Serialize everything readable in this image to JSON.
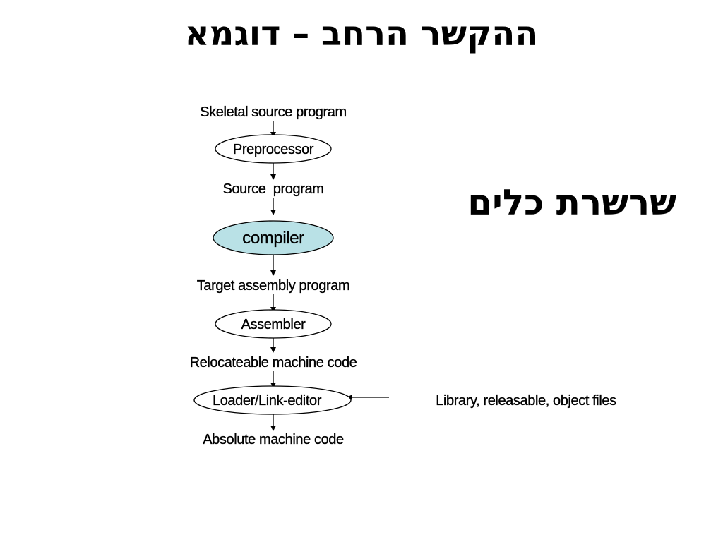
{
  "slide": {
    "title": "ההקשר הרחב – דוגמא",
    "side_title": "שרשרת כלים"
  },
  "diagram": {
    "labels": {
      "skeletal_source": "Skeletal source program",
      "preprocessor": "Preprocessor",
      "source_program": "Source  program",
      "compiler": "compiler",
      "target_assembly": "Target assembly program",
      "assembler": "Assembler",
      "relocatable": "Relocateable machine code",
      "loader": "Loader/Link-editor",
      "absolute": "Absolute machine code",
      "library": "Library, releasable, object files"
    },
    "colors": {
      "compiler_fill": "#b9e1e6",
      "ellipse_fill": "#ffffff",
      "stroke": "#000000"
    }
  }
}
